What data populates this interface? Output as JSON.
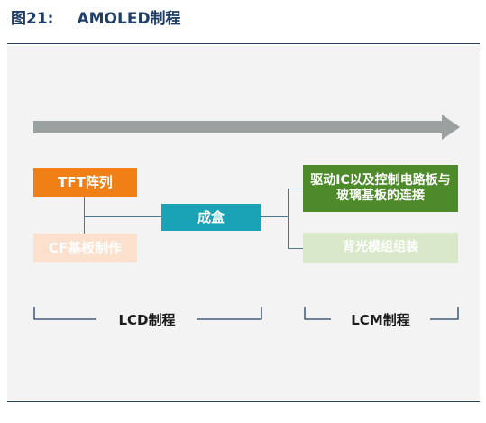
{
  "figure": {
    "number_label": "图21:",
    "caption": "AMOLED制程"
  },
  "diagram": {
    "process_boxes": {
      "tft_array": "TFT阵列",
      "cf_substrate": "CF基板制作",
      "cell_assembly": "成盒",
      "driver_ic_bonding": "驱动IC以及控制电路板与玻璃基板的连接",
      "backlight_assembly": "背光模组组装"
    },
    "stages": {
      "lcd_process": "LCD制程",
      "lcm_process": "LCM制程"
    }
  },
  "colors": {
    "arrow": "#9aa1a0",
    "tft_array": "#f07f16",
    "cf_substrate": "#fbe1cd",
    "cell_assembly": "#1aa3b5",
    "driver_ic_bonding": "#4d8a2a",
    "backlight_assembly": "#d8e8c9",
    "title": "#1f3f66",
    "bracket": "#1f3f66"
  }
}
